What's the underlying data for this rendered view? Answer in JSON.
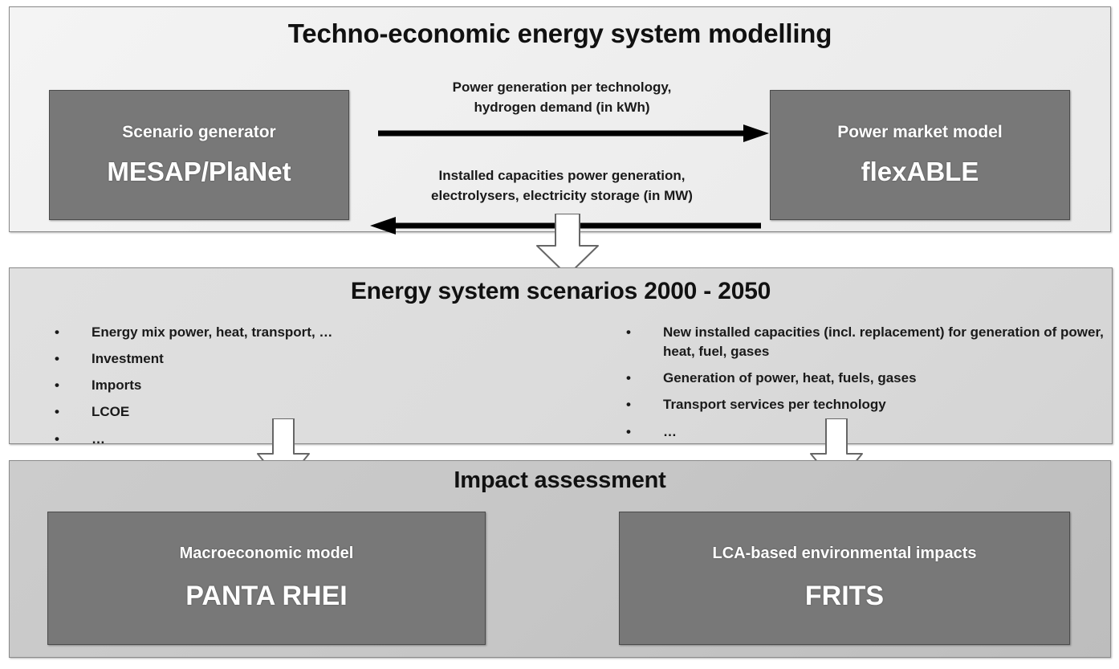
{
  "diagram": {
    "panels": [
      {
        "id": "techno-economic",
        "title": "Techno-economic energy system modelling",
        "boxes": [
          {
            "role": "Scenario generator",
            "name": "MESAP/PlaNet"
          },
          {
            "role": "Power market model",
            "name": "flexABLE"
          }
        ],
        "exchange": {
          "forward_label": "Power generation per technology,\nhydrogen demand (in kWh)",
          "backward_label": "Installed capacities power generation,\nelectrolysers, electricity storage (in MW)"
        }
      },
      {
        "id": "scenarios",
        "title": "Energy system scenarios 2000 - 2050",
        "bullets_left": [
          "Energy mix power, heat, transport,  …",
          "Investment",
          "Imports",
          "LCOE",
          "…"
        ],
        "bullets_right": [
          "New installed capacities (incl. replacement) for generation of power, heat, fuel, gases",
          "Generation of power, heat, fuels, gases",
          "Transport  services per technology",
          "…"
        ],
        "bullet_marker": "•"
      },
      {
        "id": "impact-assessment",
        "title": "Impact assessment",
        "boxes": [
          {
            "role": "Macroeconomic model",
            "name": "PANTA  RHEI"
          },
          {
            "role": "LCA-based environmental impacts",
            "name": "FRITS"
          }
        ]
      }
    ],
    "colors": {
      "panel_top_bg": "#efefef",
      "panel_mid_bg": "#dcdcdc",
      "panel_bottom_bg": "#c6c6c6",
      "model_box_bg": "#787878",
      "model_box_border": "#4b4b4b",
      "model_box_text": "#ffffff",
      "body_text": "#1a1a1a",
      "block_arrow_fill": "#ffffff",
      "block_arrow_stroke": "#555555",
      "line_arrow": "#000000"
    }
  }
}
